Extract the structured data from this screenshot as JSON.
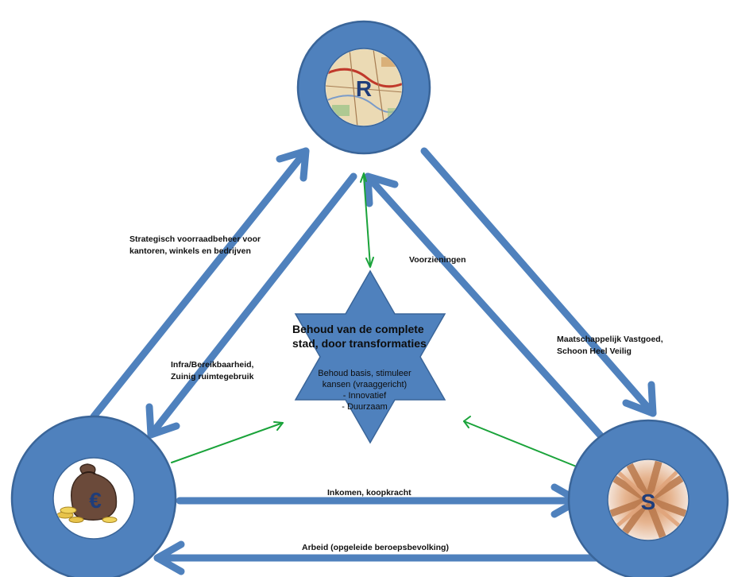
{
  "nodes": {
    "r": {
      "letter": "R"
    },
    "e": {
      "letter": "€"
    },
    "s": {
      "letter": "S"
    }
  },
  "center": {
    "title_line1": "Behoud van de complete",
    "title_line2": "stad, door transformaties",
    "body_line1": "Behoud basis, stimuleer",
    "body_line2": "kansen (vraaggericht)",
    "body_line3": "- Innovatief",
    "body_line4": "- Duurzaam"
  },
  "labels": {
    "strategisch_line1": "Strategisch voorraadbeheer voor",
    "strategisch_line2": "kantoren, winkels en bedrijven",
    "infra_line1": "Infra/Bereikbaarheid,",
    "infra_line2": "Zuinig ruimtegebruik",
    "voorzieningen": "Voorzieningen",
    "maatschappelijk_line1": "Maatschappelijk Vastgoed,",
    "maatschappelijk_line2": "Schoon Heel Veilig",
    "inkomen": "Inkomen, koopkracht",
    "arbeid": "Arbeid (opgeleide beroepsbevolking)"
  },
  "colors": {
    "ring": "#4f81bd",
    "ring_stroke": "#3a6599",
    "arrow_blue": "#4f81bd",
    "arrow_green": "#1aa33a",
    "star": "#4f81bd",
    "letter": "#1f3d7a"
  }
}
